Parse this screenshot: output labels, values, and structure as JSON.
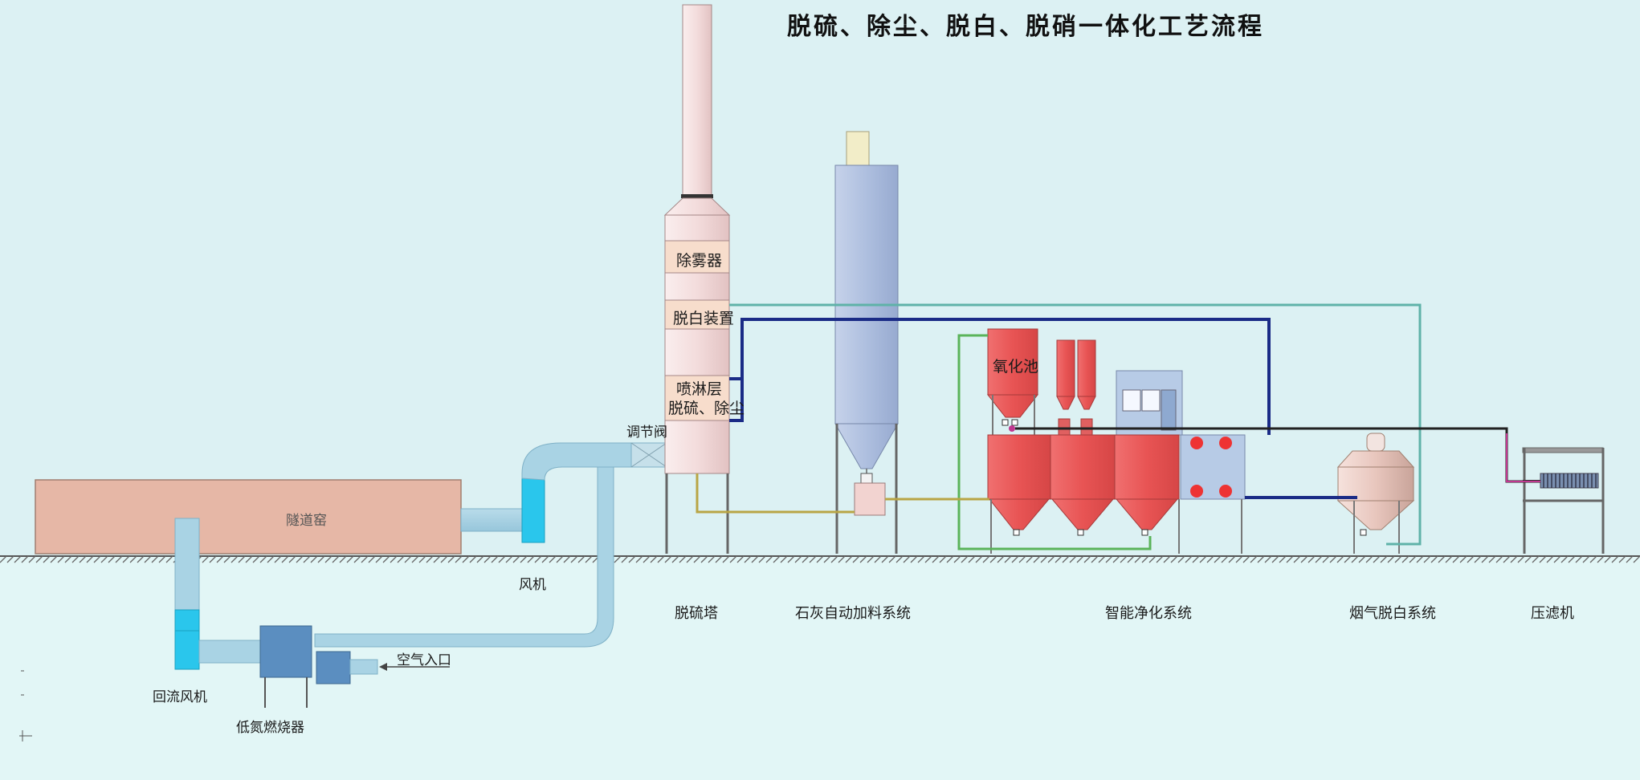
{
  "title": "脱硫、除尘、脱白、脱硝一体化工艺流程",
  "components": {
    "kiln": "隧道窑",
    "fan": "风机",
    "return_fan": "回流风机",
    "burner": "低氮燃烧器",
    "air_inlet": "空气入口",
    "valve": "调节阀",
    "demister": "除雾器",
    "dewhite_device": "脱白装置",
    "spray_layer_line1": "喷淋层",
    "spray_layer_line2": "脱硫、除尘",
    "oxidation_tank": "氧化池"
  },
  "systems": {
    "tower": "脱硫塔",
    "lime": "石灰自动加料系统",
    "purify": "智能净化系统",
    "dewhite": "烟气脱白系统",
    "filter_press": "压滤机"
  },
  "colors": {
    "background": "#dcf1f3",
    "ground_fill": "#e2f6f6",
    "kiln": "#e6b7a6",
    "duct": "#a9d3e4",
    "fan_cyan": "#2ac6ec",
    "tower": "#f9e6e4",
    "silo": "#b4c4e0",
    "purifier_red": "#ec5f5f",
    "burner": "#5b8ec0",
    "pipe_navy": "#1a2b86",
    "pipe_teal": "#5fb2a8",
    "pipe_green": "#5ab45a",
    "pipe_olive": "#b9a545",
    "pipe_magenta": "#c03890"
  }
}
